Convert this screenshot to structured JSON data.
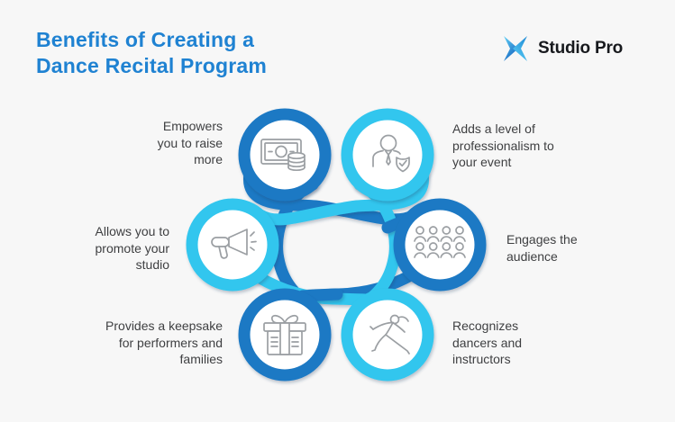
{
  "title": {
    "line1": "Benefits of Creating a",
    "line2": "Dance Recital Program"
  },
  "logo": {
    "name": "Studio Pro"
  },
  "colors": {
    "background": "#f7f7f7",
    "title_blue": "#1f82d2",
    "dark_blue": "#1b79c4",
    "cyan": "#31c6ee",
    "icon_gray": "#9b9fa3",
    "label_text": "#3e3f41",
    "logo_text": "#17191d"
  },
  "benefits": [
    {
      "id": "raise-more",
      "label": "Empowers you to raise more",
      "icon": "money-icon",
      "ring_color": "dark_blue",
      "position": "top-left"
    },
    {
      "id": "professionalism",
      "label": "Adds a level of professionalism to your event",
      "icon": "professional-icon",
      "ring_color": "cyan",
      "position": "top-right"
    },
    {
      "id": "promote-studio",
      "label": "Allows you to promote your studio",
      "icon": "megaphone-icon",
      "ring_color": "cyan",
      "position": "middle-left"
    },
    {
      "id": "engage-audience",
      "label": "Engages the audience",
      "icon": "audience-icon",
      "ring_color": "dark_blue",
      "position": "middle-right"
    },
    {
      "id": "keepsake",
      "label": "Provides a keepsake for performers and families",
      "icon": "gift-icon",
      "ring_color": "dark_blue",
      "position": "bottom-left"
    },
    {
      "id": "recognize",
      "label": "Recognizes dancers and instructors",
      "icon": "dancer-icon",
      "ring_color": "cyan",
      "position": "bottom-right"
    }
  ]
}
